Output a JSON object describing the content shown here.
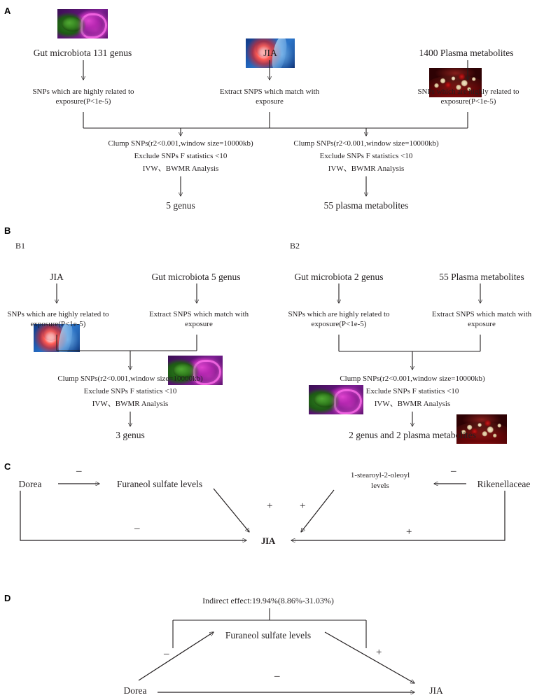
{
  "figure": {
    "panels": [
      {
        "letter": "A",
        "columns": [
          {
            "image": "gut-microbiota-thumbnail",
            "title": "Gut microbiota 131 genus",
            "step": "SNPs which are highly related to exposure(P<1e-5)"
          },
          {
            "image": "jia-knee-joint-thumbnail",
            "title": "JIA",
            "step": "Extract SNPS which match with exposure"
          },
          {
            "image": "plasma-metabolites-blood-vessel-thumbnail",
            "title": "1400 Plasma metabolites",
            "step": "SNPs which are highly related to exposure(P<1e-5)"
          }
        ],
        "analysis_left": [
          "Clump SNPs(r2<0.001,window size=10000kb)",
          "Exclude SNPs F statistics <10",
          "IVW、BWMR Analysis"
        ],
        "analysis_right": [
          "Clump SNPs(r2<0.001,window size=10000kb)",
          "Exclude SNPs F statistics <10",
          "IVW、BWMR Analysis"
        ],
        "result_left": "5 genus",
        "result_right": "55 plasma metabolites"
      },
      {
        "letter": "B",
        "subpanels": [
          {
            "tag": "B1",
            "columns": [
              {
                "image": "jia-knee-joint-thumbnail",
                "title": "JIA",
                "step": "SNPs which are highly related to exposure(P<1e-5)"
              },
              {
                "image": "gut-microbiota-thumbnail",
                "title": "Gut microbiota 5 genus",
                "step": "Extract SNPS which match with exposure"
              }
            ],
            "analysis": [
              "Clump SNPs(r2<0.001,window size=10000kb)",
              "Exclude SNPs F statistics <10",
              "IVW、BWMR Analysis"
            ],
            "result": "3 genus"
          },
          {
            "tag": "B2",
            "columns": [
              {
                "image": "gut-microbiota-thumbnail",
                "title": "Gut microbiota 2 genus",
                "step": "SNPs which are highly related to exposure(P<1e-5)"
              },
              {
                "image": "plasma-metabolites-blood-vessel-thumbnail",
                "title": "55 Plasma metabolites",
                "step": "Extract SNPS which match with exposure"
              }
            ],
            "analysis": [
              "Clump SNPs(r2<0.001,window size=10000kb)",
              "Exclude SNPs F statistics <10",
              "IVW、BWMR Analysis"
            ],
            "result": "2 genus and 2 plasma metabolites"
          }
        ]
      },
      {
        "letter": "C",
        "nodes": {
          "left_exposure": "Dorea",
          "left_mediator": "Furaneol sulfate levels",
          "outcome": "JIA",
          "right_mediator": "1-stearoyl-2-oleoyl levels",
          "right_mediator_line1": "1-stearoyl-2-oleoyl",
          "right_mediator_line2": "levels",
          "right_exposure": "Rikenellaceae"
        },
        "signs": {
          "dorea_to_furaneol": "–",
          "furaneol_to_jia": "+",
          "dorea_to_jia": "–",
          "rikenellaceae_to_stearoyl": "–",
          "stearoyl_to_jia": "+",
          "rikenellaceae_to_jia": "+"
        }
      },
      {
        "letter": "D",
        "nodes": {
          "exposure": "Dorea",
          "mediator": "Furaneol sulfate levels",
          "outcome": "JIA",
          "indirect_effect": "Indirect effect:19.94%(8.86%-31.03%)"
        },
        "signs": {
          "exposure_to_mediator": "–",
          "mediator_to_outcome": "+",
          "exposure_to_outcome": "–"
        }
      }
    ]
  },
  "colors": {
    "ink": "#231f20",
    "panel_letter": "#000000",
    "background": "#ffffff"
  }
}
